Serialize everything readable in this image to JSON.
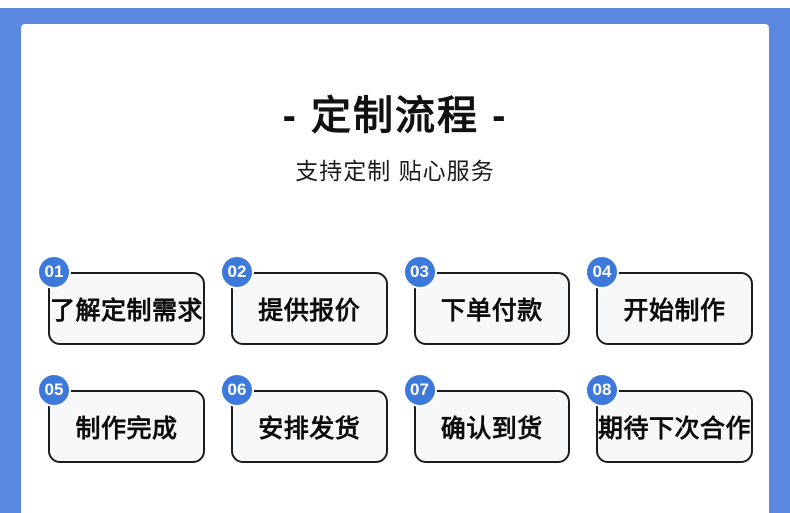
{
  "header": {
    "title": "- 定制流程 -",
    "subtitle": "支持定制 贴心服务"
  },
  "steps": [
    {
      "number": "01",
      "label": "了解定制需求"
    },
    {
      "number": "02",
      "label": "提供报价"
    },
    {
      "number": "03",
      "label": "下单付款"
    },
    {
      "number": "04",
      "label": "开始制作"
    },
    {
      "number": "05",
      "label": "制作完成"
    },
    {
      "number": "06",
      "label": "安排发货"
    },
    {
      "number": "07",
      "label": "确认到货"
    },
    {
      "number": "08",
      "label": "期待下次合作"
    }
  ],
  "colors": {
    "frame_blue": "#5A87E0",
    "badge_blue": "#3D78DB",
    "card_bg": "#F7F8F9",
    "card_border": "#1C1C1C",
    "text_dark": "#111111"
  }
}
